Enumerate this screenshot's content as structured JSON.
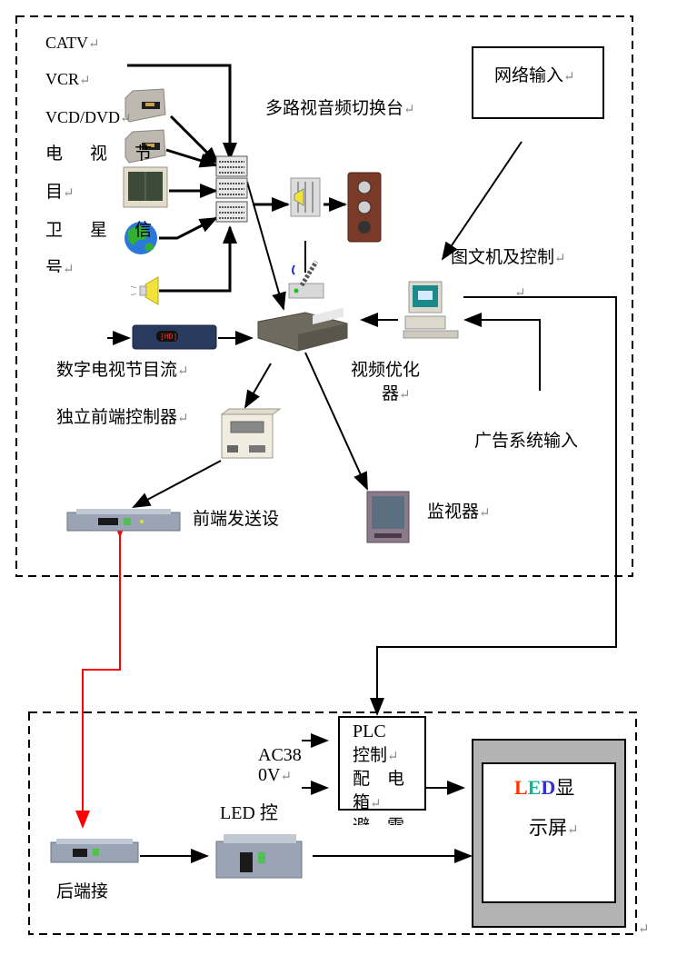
{
  "diagram": {
    "type": "system-block-diagram",
    "return_mark": "↵",
    "headend_region": {
      "source_labels": [
        "CATV",
        "VCR",
        "VCD/DVD",
        "电 视 节",
        "目",
        "卫 星 信",
        "号"
      ],
      "switcher_label": "多路视音频切换台",
      "network_input_label": "网络输入",
      "graphics_label": "图文机及控制",
      "digital_tv_label": "数字电视节目流",
      "video_optimizer_label_1": "视频优化",
      "video_optimizer_label_2": "器",
      "independent_controller_label": "独立前端控制器",
      "ad_input_label": "广告系统输入",
      "front_transmitter_label": "前端发送设",
      "monitor_label": "监视器"
    },
    "display_region": {
      "ac_label_1": "AC38",
      "ac_label_2": "0V",
      "plc_label_1": "PLC",
      "plc_label_2": "控制",
      "plc_label_3": "配　电",
      "plc_label_4": "箱",
      "plc_label_5": "避　雷",
      "led_controller_label": "LED 控",
      "back_receiver_label": "后端接",
      "screen_label_led": [
        "L",
        "E",
        "D"
      ],
      "screen_label_1_rest": "显",
      "screen_label_2": "示屏"
    },
    "colors": {
      "fiber_link": "#ff0000",
      "screen_frame": "#b3b3b3",
      "led_L": "#ff3300",
      "led_E": "#11b893",
      "led_D": "#3333cc"
    },
    "connections": [
      {
        "from": "CATV",
        "to": "switcher"
      },
      {
        "from": "VCR",
        "to": "switcher"
      },
      {
        "from": "VCD/DVD",
        "to": "switcher"
      },
      {
        "from": "电视节目",
        "to": "switcher"
      },
      {
        "from": "卫星信号",
        "to": "switcher"
      },
      {
        "from": "audio-source",
        "to": "switcher"
      },
      {
        "from": "switcher",
        "to": "audio-mixer"
      },
      {
        "from": "audio-mixer",
        "to": "speaker"
      },
      {
        "from": "switcher",
        "to": "network-switch"
      },
      {
        "from": "数字电视节目流",
        "to": "network-switch"
      },
      {
        "from": "网络输入",
        "to": "图文机及控制"
      },
      {
        "from": "广告系统输入",
        "to": "图文机及控制"
      },
      {
        "from": "图文机及控制",
        "to": "network-switch"
      },
      {
        "from": "图文机及控制",
        "to": "PLC控制配电箱"
      },
      {
        "from": "network-switch",
        "to": "独立前端控制器"
      },
      {
        "from": "network-switch",
        "to": "监视器"
      },
      {
        "from": "独立前端控制器",
        "to": "前端发送设备"
      },
      {
        "from": "前端发送设备",
        "to": "后端接收",
        "style": "red-bidirectional"
      },
      {
        "from": "后端接收",
        "to": "LED控制"
      },
      {
        "from": "LED控制",
        "to": "LED显示屏"
      },
      {
        "from": "AC380V",
        "to": "PLC控制配电箱"
      },
      {
        "from": "PLC控制配电箱",
        "to": "LED显示屏"
      }
    ]
  }
}
